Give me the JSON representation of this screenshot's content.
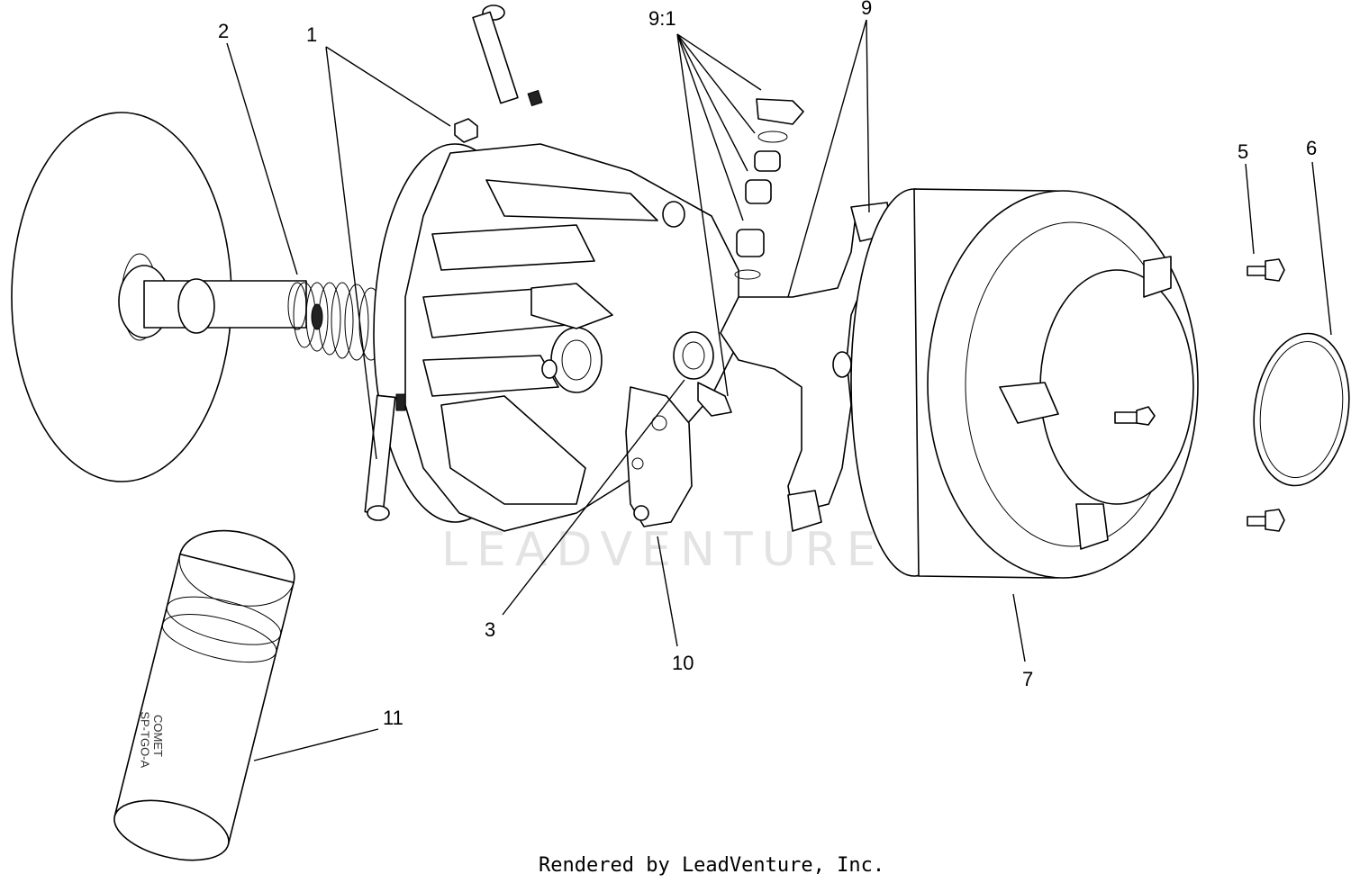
{
  "watermark": "LEADVENTURE",
  "footer_credit": "Rendered by LeadVenture, Inc.",
  "can_label": {
    "brand": "COMET",
    "code": "SP-TGO-A"
  },
  "callouts": [
    {
      "id": "1",
      "text": "1"
    },
    {
      "id": "2",
      "text": "2"
    },
    {
      "id": "3",
      "text": "3"
    },
    {
      "id": "5",
      "text": "5"
    },
    {
      "id": "6",
      "text": "6"
    },
    {
      "id": "7",
      "text": "7"
    },
    {
      "id": "9",
      "text": "9"
    },
    {
      "id": "9-1",
      "text": "9:1"
    },
    {
      "id": "10",
      "text": "10"
    },
    {
      "id": "11",
      "text": "11"
    }
  ]
}
